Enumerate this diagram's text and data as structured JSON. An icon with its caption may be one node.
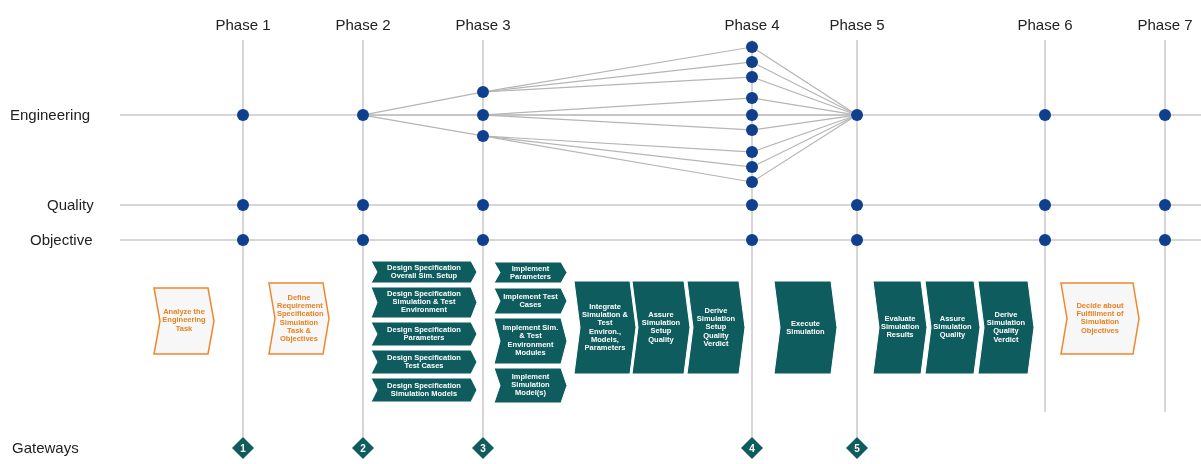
{
  "diagram": {
    "nodes": [
      {
        "text": [],
        "shape": "circle"
      },
      {
        "text": [],
        "shape": "circle"
      },
      {
        "text": [],
        "shape": "circle"
      },
      {
        "text": [],
        "shape": "circle"
      },
      {
        "text": [],
        "shape": "circle"
      },
      {
        "text": [],
        "shape": "circle"
      },
      {
        "text": [],
        "shape": "circle"
      },
      {
        "text": [],
        "shape": "circle"
      },
      {
        "text": [],
        "shape": "circle"
      },
      {
        "text": [],
        "shape": "circle"
      },
      {
        "text": [],
        "shape": "circle"
      },
      {
        "text": [],
        "shape": "circle"
      },
      {
        "text": [],
        "shape": "circle"
      },
      {
        "text": [],
        "shape": "circle"
      },
      {
        "text": [],
        "shape": "circle"
      },
      {
        "text": [],
        "shape": "circle"
      },
      {
        "text": [],
        "shape": "circle"
      },
      {
        "text": [],
        "shape": "circle"
      },
      {
        "text": [],
        "shape": "circle"
      },
      {
        "text": [],
        "shape": "circle"
      },
      {
        "text": [],
        "shape": "circle"
      },
      {
        "text": [],
        "shape": "circle"
      },
      {
        "text": [],
        "shape": "circle"
      },
      {
        "text": [],
        "shape": "circle"
      },
      {
        "text": [],
        "shape": "circle"
      },
      {
        "text": [],
        "shape": "circle"
      },
      {
        "text": [],
        "shape": "circle"
      },
      {
        "text": [],
        "shape": "circle"
      },
      {
        "text": [],
        "shape": "circle"
      },
      {
        "text": [],
        "shape": "circle"
      },
      {
        "text": [],
        "shape": "circle"
      },
      {
        "text": [
          "Analyze the Engineering Task"
        ]
      },
      {
        "text": [
          "Define Requirement Specification Simulation Task & Objectives"
        ]
      },
      {
        "text": [
          "Design Specification Overall Sim. Setup"
        ]
      },
      {
        "text": [
          "Design Specification Simulation & Test Environment"
        ]
      },
      {
        "text": [
          "Design Specification Parameters"
        ]
      },
      {
        "text": [
          "Design Specification Test Cases"
        ]
      },
      {
        "text": [
          "Design Specification Simulation Models"
        ]
      },
      {
        "text": [
          "Implement Parameters"
        ]
      },
      {
        "text": [
          "Implement Test Cases"
        ]
      },
      {
        "text": [
          "Implement Sim. & Test Environment Modules"
        ]
      },
      {
        "text": [
          "Implement Simulation Model(s)"
        ]
      },
      {
        "text": [
          "Integrate Simulation & Test Environ., Models, Parameters"
        ]
      },
      {
        "text": [
          "Assure Simulation Setup Quality"
        ]
      },
      {
        "text": [
          "Derive Simulation Setup Quality Verdict"
        ]
      },
      {
        "text": [
          "Execute Simulation"
        ]
      },
      {
        "text": [
          "Evaluate Simulation Results"
        ]
      },
      {
        "text": [
          "Assure Simulation Quality"
        ]
      },
      {
        "text": [
          "Derive Simulation Quality Verdict"
        ]
      },
      {
        "text": [
          "Decide about Fulfillment of Simulation Objectives"
        ]
      },
      {
        "text": [
          "1"
        ]
      },
      {
        "text": [
          "2"
        ]
      },
      {
        "text": [
          "3"
        ]
      },
      {
        "text": [
          "4"
        ]
      },
      {
        "text": [
          "5"
        ]
      }
    ],
    "edges": [
      {
        "from": 1,
        "to": 2,
        "arrow": "none"
      },
      {
        "from": 1,
        "to": 3,
        "arrow": "none"
      },
      {
        "from": 1,
        "to": 4,
        "arrow": "none"
      },
      {
        "from": 2,
        "to": 5,
        "arrow": "none"
      },
      {
        "from": 2,
        "to": 6,
        "arrow": "none"
      },
      {
        "from": 2,
        "to": 7,
        "arrow": "none"
      },
      {
        "from": 3,
        "to": 8,
        "arrow": "none"
      },
      {
        "from": 3,
        "to": 9,
        "arrow": "none"
      },
      {
        "from": 3,
        "to": 10,
        "arrow": "none"
      },
      {
        "from": 4,
        "to": 11,
        "arrow": "none"
      },
      {
        "from": 4,
        "to": 12,
        "arrow": "none"
      },
      {
        "from": 4,
        "to": 13,
        "arrow": "none"
      },
      {
        "from": 5,
        "to": 14,
        "arrow": "none"
      },
      {
        "from": 6,
        "to": 14,
        "arrow": "none"
      },
      {
        "from": 7,
        "to": 14,
        "arrow": "none"
      },
      {
        "from": 8,
        "to": 14,
        "arrow": "none"
      },
      {
        "from": 9,
        "to": 14,
        "arrow": "none"
      },
      {
        "from": 10,
        "to": 14,
        "arrow": "none"
      },
      {
        "from": 11,
        "to": 14,
        "arrow": "none"
      },
      {
        "from": 12,
        "to": 14,
        "arrow": "none"
      },
      {
        "from": 13,
        "to": 14,
        "arrow": "none"
      }
    ],
    "labels": [
      "Phase 1",
      "Phase 2",
      "Phase 3",
      "Phase 4",
      "Phase 5",
      "Phase 6",
      "Phase 7",
      "Engineering",
      "Quality",
      "Objective",
      "Gateways"
    ]
  }
}
